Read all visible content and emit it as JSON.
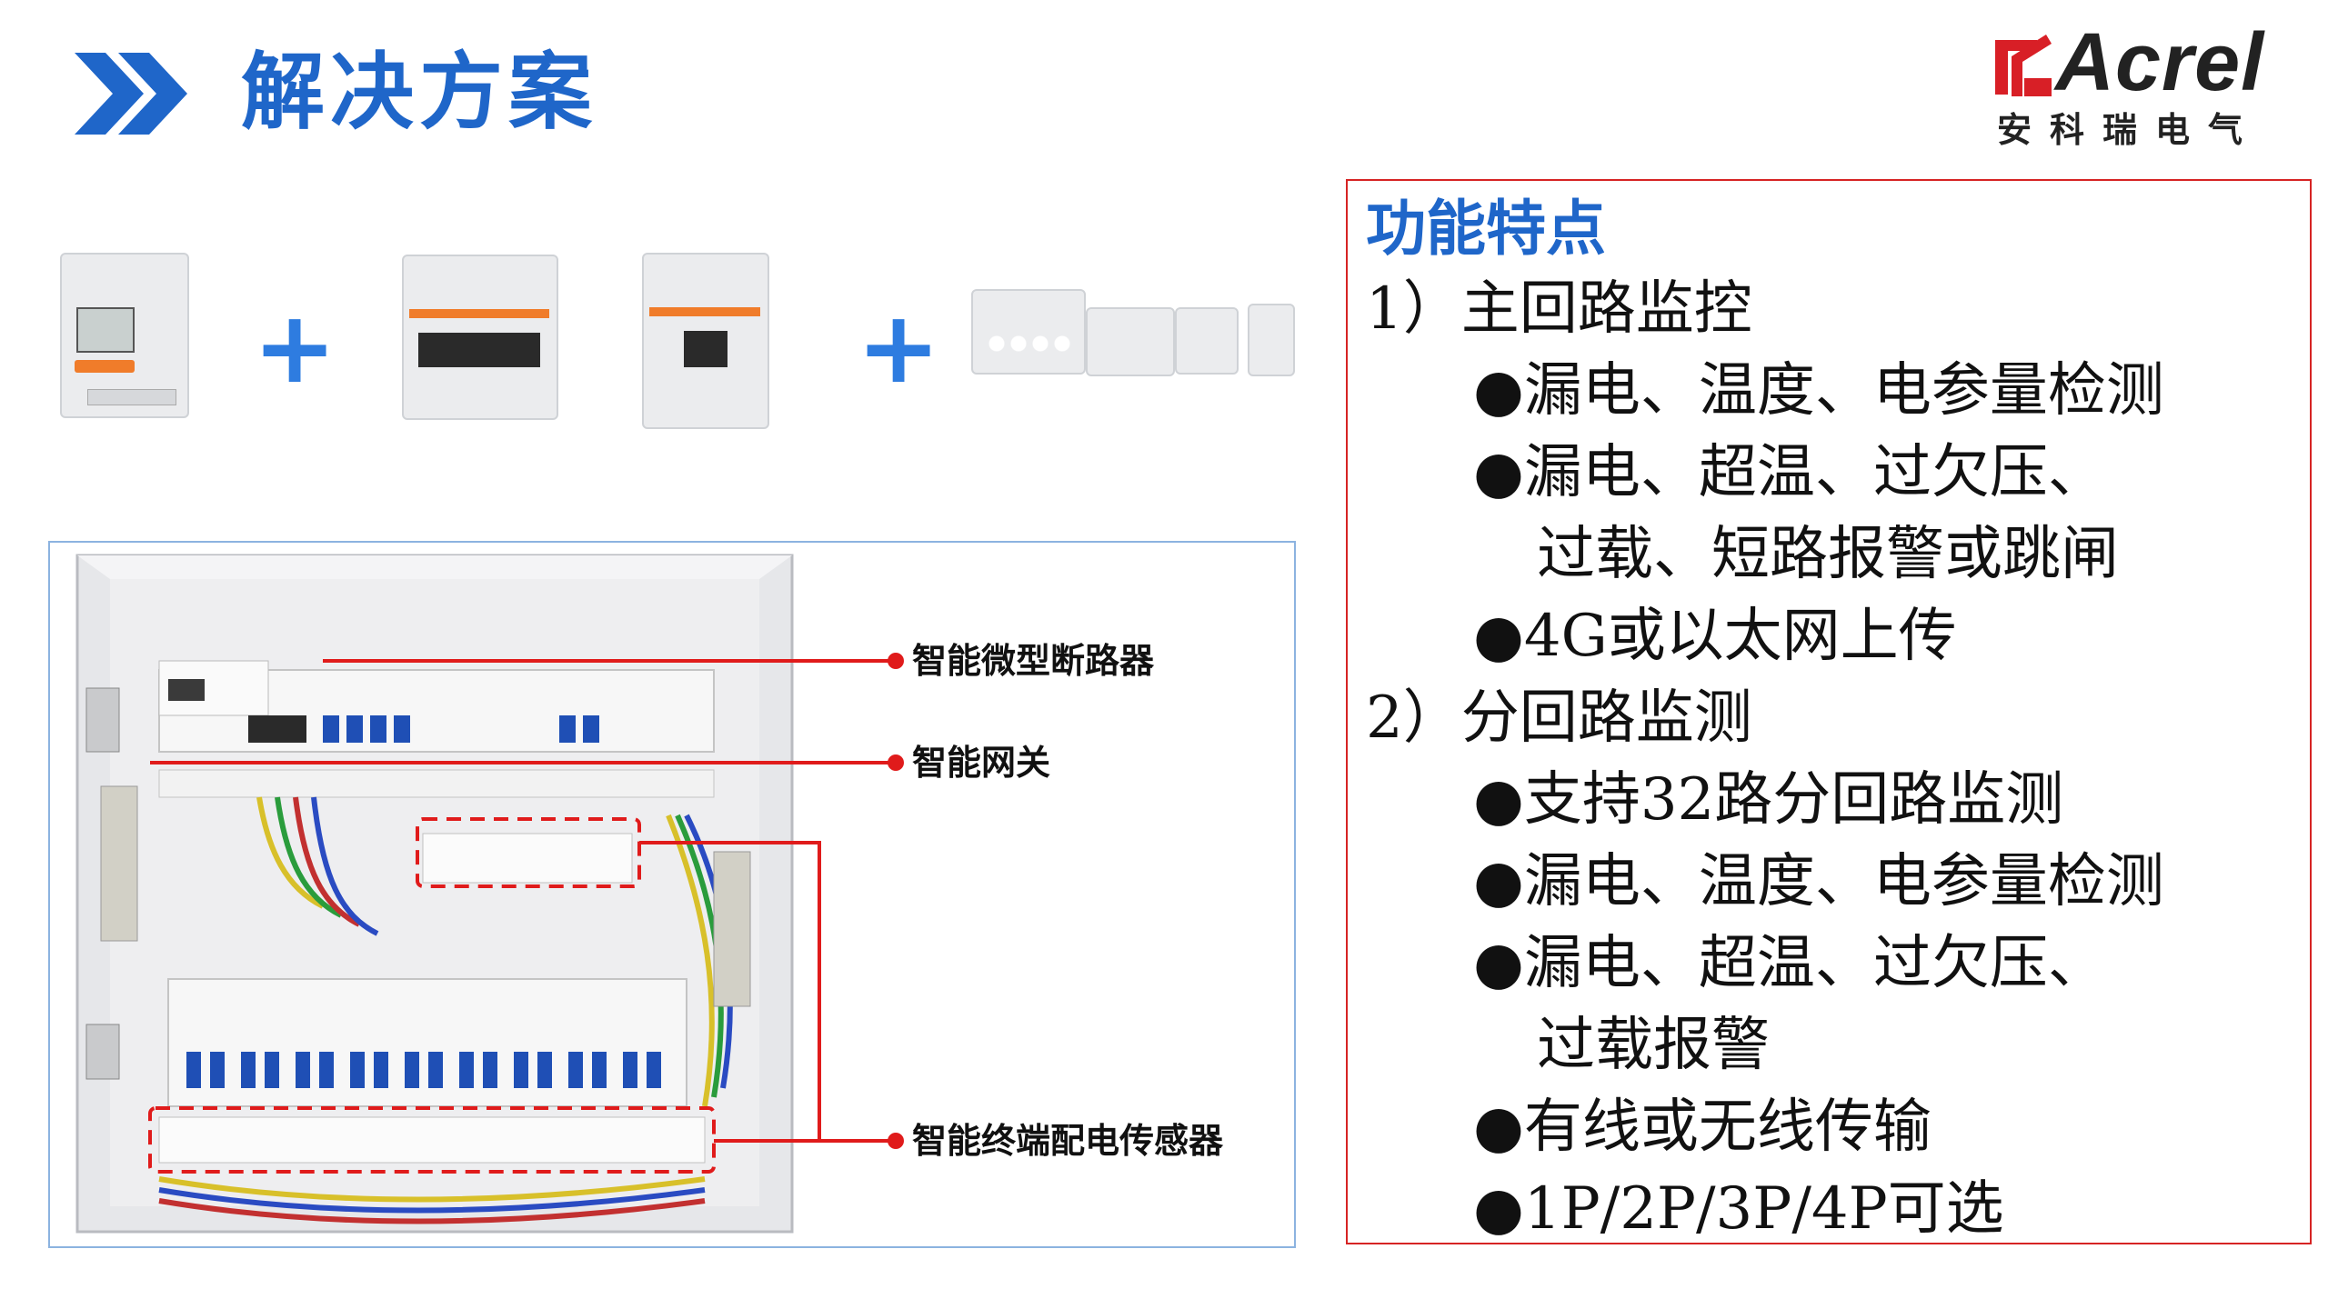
{
  "header": {
    "title": "解决方案",
    "logo_word": "Acrel",
    "logo_cn": "安科瑞电气"
  },
  "products": {
    "plus_1": "+",
    "plus_2": "+"
  },
  "callouts": {
    "breaker": "智能微型断路器",
    "gateway": "智能网关",
    "sensor": "智能终端配电传感器"
  },
  "features": {
    "title": "功能特点",
    "section_1": "1）主回路监控",
    "s1_items": [
      "●漏电、温度、电参量检测",
      "●漏电、超温、过欠压、",
      "过载、短路报警或跳闸",
      "●4G或以太网上传"
    ],
    "section_2": "2）分回路监测",
    "s2_items": [
      "●支持32路分回路监测",
      "●漏电、温度、电参量检测",
      "●漏电、超温、过欠压、",
      "过载报警",
      "●有线或无线传输",
      "●1P/2P/3P/4P可选"
    ]
  },
  "colors": {
    "accent_blue": "#1f66c9",
    "callout_red": "#e01b1b",
    "frame_red": "#d62424"
  }
}
